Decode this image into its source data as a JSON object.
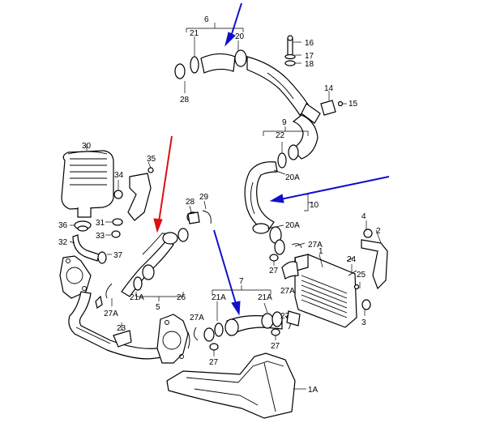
{
  "diagram": {
    "callouts": {
      "p6": "6",
      "p21_top": "21",
      "p20_top": "20",
      "p28_top": "28",
      "p16": "16",
      "p17": "17",
      "p18": "18",
      "p14": "14",
      "p15": "15",
      "p9": "9",
      "p22": "22",
      "p20A_mid": "20A",
      "p10": "10",
      "p20A_low": "20A",
      "p30": "30",
      "p35": "35",
      "p34": "34",
      "p31": "31",
      "p36": "36",
      "p33": "33",
      "p32": "32",
      "p37": "37",
      "p28_mid": "28",
      "p29": "29",
      "p21A_left": "21A",
      "p5": "5",
      "p26": "26",
      "p27A_left": "27A",
      "p23": "23",
      "p27A_top": "27A",
      "p27_mid": "27",
      "p4": "4",
      "p2": "2",
      "p1": "1",
      "p24": "24",
      "p25": "25",
      "p3": "3",
      "p7": "7",
      "p21A_low": "21A",
      "p21A_low2": "21A",
      "p27A_low": "27A",
      "p27_low": "27",
      "p27A_bot": "27A",
      "p27_bot": "27",
      "p27_bot2": "27",
      "p1A": "1A"
    },
    "arrow_colors": {
      "blue": "#1010cc",
      "red": "#dd1111"
    }
  }
}
